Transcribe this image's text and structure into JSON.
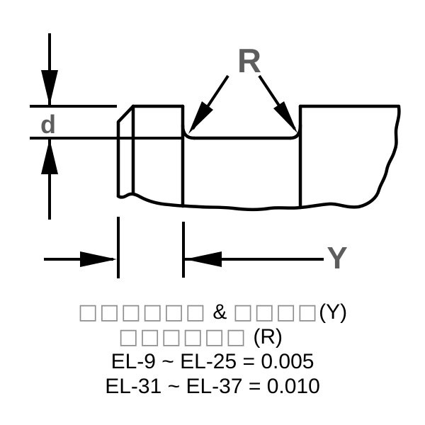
{
  "figure": {
    "d_label": "d",
    "r_label": "R",
    "y_label": "Y"
  },
  "notes": {
    "line1": {
      "boxes_a": "□□□□□□",
      "connector": " & ",
      "boxes_b": "□□□□",
      "suffix": "(Y)"
    },
    "line2": {
      "boxes": "□□□□□□",
      "suffix": " (R)"
    },
    "line3": "EL-9 ~ EL-25 = 0.005",
    "line4": "EL-31 ~ EL-37 = 0.010"
  },
  "colors": {
    "line": "#000000",
    "dim_label_gray": "#5d5d5d",
    "tofu_box_gray": "#8e8e8e",
    "background": "#ffffff"
  }
}
